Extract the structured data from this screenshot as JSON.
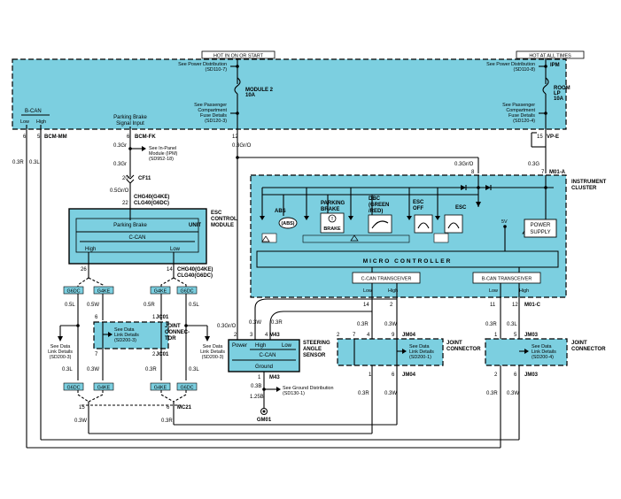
{
  "top_tags": {
    "hot_run": "HOT IN ON OR START",
    "hot_always": "HOT AT ALL TIMES"
  },
  "ipm": {
    "label": "IPM",
    "power_dist_left": [
      "See Power Distribution",
      "(SD110-7)"
    ],
    "power_dist_right": [
      "See Power Distribution",
      "(SD110-8)"
    ],
    "fuse_left_name": [
      "MODULE 2",
      "10A"
    ],
    "fuse_right_name": [
      "ROOM",
      "LP",
      "10A"
    ],
    "fuse_details_left": [
      "See Passenger",
      "Compartment",
      "Fuse Details",
      "(SD120-3)"
    ],
    "fuse_details_right": [
      "See Passenger",
      "Compartment",
      "Fuse Details",
      "(SD120-4)"
    ],
    "bcan_title": "B-CAN",
    "bcan_low": "Low",
    "bcan_high": "High",
    "parking_brake_input": [
      "Parking Brake",
      "Signal Input"
    ],
    "pins": {
      "p6": "6",
      "p5": "5",
      "bcm_mm": "BCM-MM",
      "p6b": "6",
      "bcm_fk": "BCM-FK",
      "p12": "12",
      "p15": "15",
      "vp_e": "VP-E"
    }
  },
  "wires": {
    "w03r_a": "0.3R",
    "w03l": "0.3L",
    "w03gr_a": "0.3Gr",
    "w03gr_b": "0.3Gr",
    "w03gro_a": "0.3Gr/O",
    "w03gro_b": "0.3Gr/O",
    "w03g": "0.3G",
    "w05gro": "0.5Gr/O",
    "w05l_a": "0.5L",
    "w05w": "0.5W",
    "w05r_a": "0.5R",
    "w05l_b": "0.5L",
    "w03w_a": "0.3W",
    "w03w_b": "0.3W",
    "w03w_c": "0.3W",
    "w03r_b": "0.3R",
    "w03r_c": "0.3R",
    "w03l_b": "0.3L",
    "w03l_c": "0.3L",
    "w03w_d": "0.3W",
    "w03r_d": "0.3R",
    "w03r_e": "0.3R",
    "w03b": "0.3B",
    "w125b": "1.25B",
    "w03w_e": "0.3W",
    "w03r_f": "0.3R",
    "w03r_g": "0.3R",
    "w03w_f": "0.3W",
    "w03l_d": "0.3L"
  },
  "in_panel": [
    "See In-Panel",
    "Module (IPM)",
    "(SD952-18)"
  ],
  "cf11": {
    "pin": "20",
    "label": "CF11"
  },
  "esc": {
    "pin_top": "22",
    "conn_top": [
      "CHG40(G4KE)",
      "CLG40(G6DC)"
    ],
    "title": [
      "ESC",
      "CONTROL",
      "MODULE"
    ],
    "unit": "UNIT",
    "parking_brake": "Parking Brake",
    "ccan": "C-CAN",
    "high": "High",
    "low": "Low",
    "pin_high": "26",
    "pin_low": "14",
    "conn_bot": [
      "CHG40(G4KE)",
      "CLG40(G6DC)"
    ]
  },
  "tags": {
    "g6dc": "G6DC",
    "g4ke": "G4KE"
  },
  "jc01": {
    "top": "JC01",
    "bot": "JC01",
    "title": [
      "JOINT",
      "CONNEC-",
      "TOR"
    ],
    "details": [
      "See Data",
      "Link Details",
      "(SD200-3)"
    ],
    "pins": {
      "a": "6",
      "b": "1",
      "c": "7",
      "d": "2"
    }
  },
  "side_left": [
    "See Data",
    "Link Details",
    "(SD200-3)"
  ],
  "side_mid": [
    "See Data",
    "Link Details",
    "(SD200-3)"
  ],
  "mc21": {
    "label": "MC21",
    "p15": "15",
    "p6": "6"
  },
  "steering": {
    "title": [
      "STEERING",
      "ANGLE",
      "SENSOR"
    ],
    "power": "Power",
    "high": "High",
    "low": "Low",
    "ccan": "C-CAN",
    "ground": "Ground",
    "pin_p": "2",
    "pin_h": "3",
    "pin_l": "4",
    "conn": "M43",
    "pin_g": "1",
    "conn_g": "M43",
    "ground_dist": [
      "See Ground Distribution",
      "(SD130-1)"
    ],
    "gm01": "GM01"
  },
  "jm04": {
    "top": "JM04",
    "bot": "JM04",
    "title": [
      "JOINT",
      "CONNECTOR"
    ],
    "details": [
      "See Data",
      "Link Details",
      "(SD200-1)"
    ],
    "pins_top": [
      "2",
      "7",
      "4",
      "9"
    ],
    "pins_bot": [
      "1",
      "6"
    ]
  },
  "jm03": {
    "top": "JM03",
    "bot": "JM03",
    "title": [
      "JOINT",
      "CONNECTOR"
    ],
    "details": [
      "See Data",
      "Link Details",
      "(SD200-4)"
    ],
    "pins_top": [
      "1",
      "5"
    ],
    "pins_bot": [
      "2",
      "6"
    ]
  },
  "cluster": {
    "title": [
      "INSTRUMENT",
      "CLUSTER"
    ],
    "m01a": "M01-A",
    "pin_g": "8",
    "pin_r": "7",
    "abs": "ABS",
    "abs_icon": "(ABS)",
    "parking": [
      "PARKING",
      "BRAKE"
    ],
    "brake_icon": "BRAKE",
    "dbc": [
      "DBC",
      "(GREEN",
      "/RED)"
    ],
    "esc_off": [
      "ESC",
      "OFF"
    ],
    "esc": "ESC",
    "v5": "5V",
    "power_supply": [
      "POWER",
      "SUPPLY"
    ],
    "micro": "MICRO  CONTROLLER",
    "ccan_tx": "C-CAN TRANSCEIVER",
    "bcan_tx": "B-CAN TRANSCEIVER",
    "low_a": "Low",
    "high_a": "High",
    "low_b": "Low",
    "high_b": "High",
    "pins": {
      "p14": "14",
      "p2": "2",
      "p11": "11",
      "p12": "12"
    },
    "m01c": "M01-C"
  }
}
